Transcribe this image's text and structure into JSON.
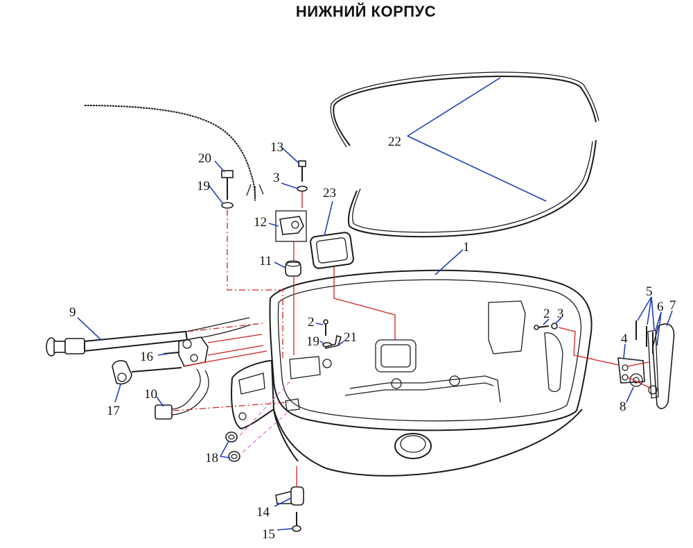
{
  "title": "НИЖНИЙ КОРПУС",
  "labels": {
    "p1": "1",
    "p2a": "2",
    "p2b": "2",
    "p3a": "3",
    "p3b": "3",
    "p4": "4",
    "p5": "5",
    "p6": "6",
    "p7": "7",
    "p8": "8",
    "p9": "9",
    "p10": "10",
    "p11": "11",
    "p12": "12",
    "p13": "13",
    "p14": "14",
    "p15": "15",
    "p16": "16",
    "p17": "17",
    "p18": "18",
    "p19a": "19",
    "p19b": "19",
    "p20": "20",
    "p21": "21",
    "p22": "22",
    "p23": "23"
  },
  "colors": {
    "leader": "#1f3fb5",
    "assembly_line": "#d42020",
    "outline": "#1a1a1a"
  }
}
